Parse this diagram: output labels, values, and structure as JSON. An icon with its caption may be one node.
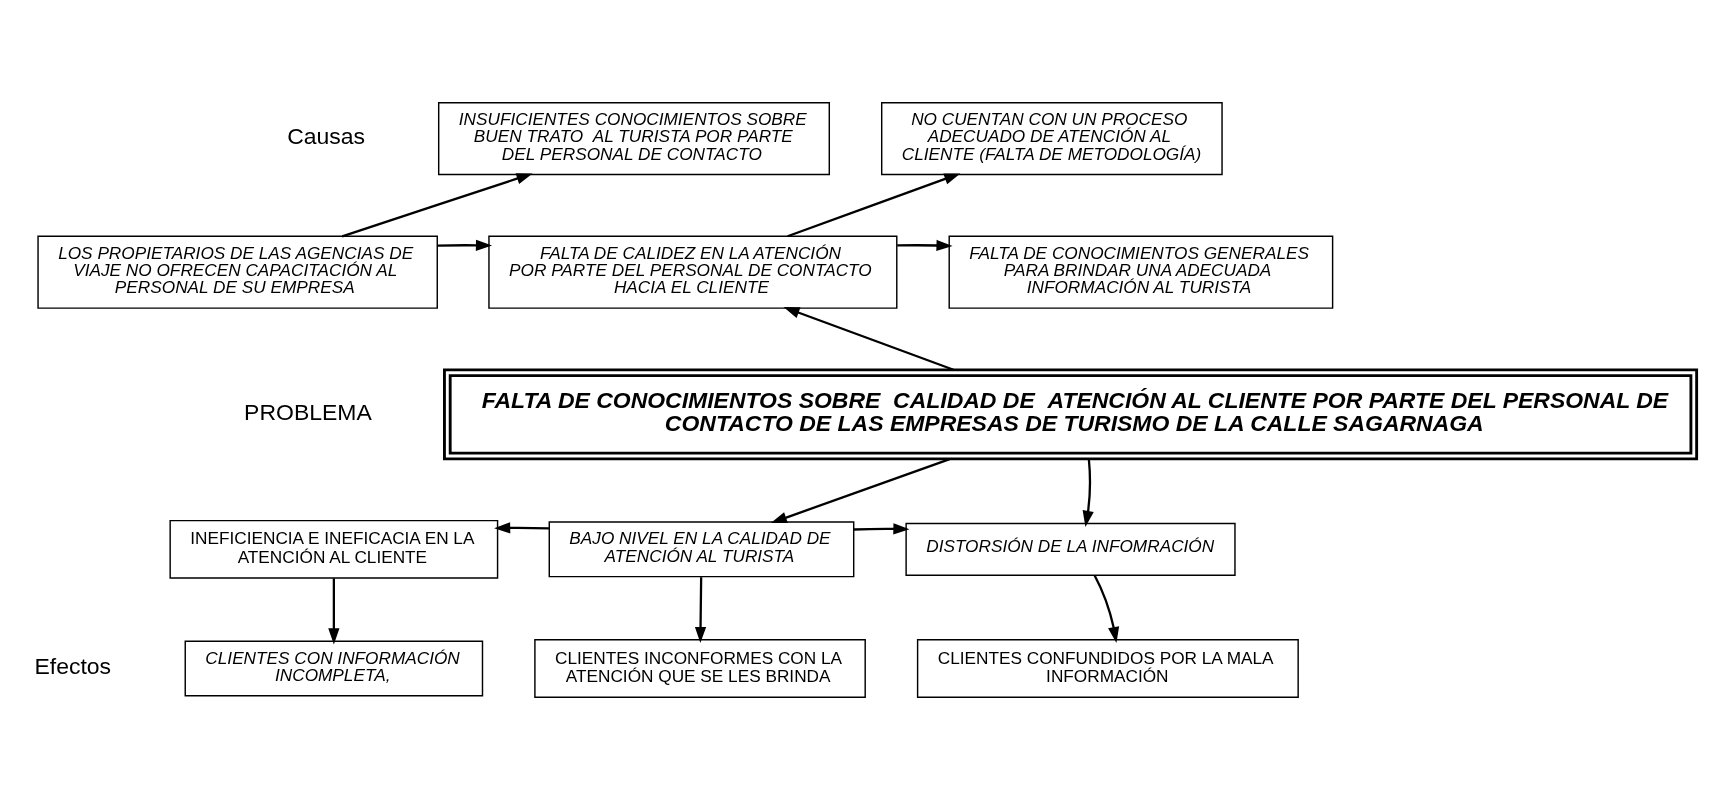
{
  "diagram": {
    "nodes": [
      {
        "text": [
          "INSUFICIENTES CONOCIMIENTOS SOBRE BUEN TRATO  AL TURISTA POR PARTE DEL PERSONAL DE CONTACTO"
        ]
      },
      {
        "text": [
          "NO CUENTAN CON UN PROCESO ADECUADO DE ATENCIÓN AL CLIENTE (FALTA DE METODOLOGÍA)"
        ]
      },
      {
        "text": [
          "LOS PROPIETARIOS DE LAS AGENCIAS DE VIAJE NO OFRECEN CAPACITACIÓN AL PERSONAL DE SU EMPRESA"
        ]
      },
      {
        "text": [
          "FALTA DE CALIDEZ EN LA ATENCIÓN POR PARTE DEL PERSONAL DE CONTACTO HACIA EL CLIENTE"
        ]
      },
      {
        "text": [
          "FALTA DE CONOCIMIENTOS GENERALES PARA BRINDAR UNA ADECUADA INFORMACIÓN AL TURISTA"
        ]
      },
      {
        "text": [
          "FALTA DE CONOCIMIENTOS SOBRE  CALIDAD DE  ATENCIÓN AL CLIENTE POR PARTE DEL PERSONAL DE CONTACTO DE LAS EMPRESAS DE TURISMO DE LA CALLE SAGARNAGA"
        ]
      },
      {
        "text": [
          "INEFICIENCIA E INEFICACIA EN LA ATENCIÓN AL CLIENTE"
        ]
      },
      {
        "text": [
          "BAJO NIVEL EN LA CALIDAD DE ATENCIÓN AL TURISTA"
        ]
      },
      {
        "text": [
          "DISTORSIÓN DE LA INFOMRACIÓN"
        ]
      },
      {
        "text": [
          "CLIENTES CON INFORMACIÓN INCOMPLETA,"
        ]
      },
      {
        "text": [
          "CLIENTES INCONFORMES CON LA ATENCIÓN QUE SE LES BRINDA"
        ]
      },
      {
        "text": [
          "CLIENTES CONFUNDIDOS POR LA MALA INFORMACIÓN"
        ]
      }
    ],
    "edges": [
      {
        "from": 2,
        "to": 0,
        "arrow": "to"
      },
      {
        "from": 3,
        "to": 1,
        "arrow": "to"
      },
      {
        "from": 2,
        "to": 3,
        "arrow": "to"
      },
      {
        "from": 3,
        "to": 4,
        "arrow": "to"
      },
      {
        "from": 5,
        "to": 3,
        "arrow": "to"
      },
      {
        "from": 5,
        "to": 7,
        "arrow": "to"
      },
      {
        "from": 5,
        "to": 8,
        "arrow": "to"
      },
      {
        "from": 7,
        "to": 6,
        "arrow": "to"
      },
      {
        "from": 7,
        "to": 8,
        "arrow": "to"
      },
      {
        "from": 6,
        "to": 9,
        "arrow": "to"
      },
      {
        "from": 7,
        "to": 10,
        "arrow": "to"
      },
      {
        "from": 8,
        "to": 11,
        "arrow": "to"
      }
    ],
    "labels": [
      "Causas",
      "PROBLEMA",
      "Efectos"
    ]
  }
}
